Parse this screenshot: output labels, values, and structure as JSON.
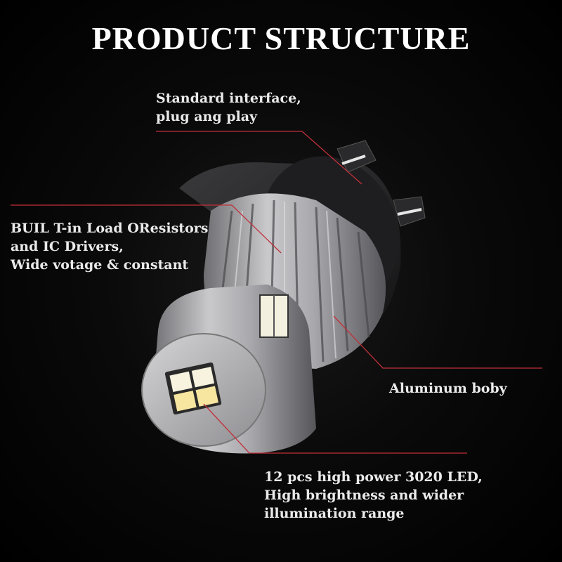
{
  "title": "PRODUCT STRUCTURE",
  "callouts": {
    "interface": {
      "line1": "Standard interface,",
      "line2": "plug ang play"
    },
    "resistors": {
      "line1": "BUIL T-in Load OResistors",
      "line2": "and IC Drivers,",
      "line3": "Wide votage & constant"
    },
    "aluminum": {
      "line1": "Aluminum boby"
    },
    "led": {
      "line1": "12 pcs high power 3020 LED,",
      "line2": "High brightness and wider",
      "line3": "illumination range"
    }
  },
  "colors": {
    "leader_line": "#c0303a",
    "background": "#000000",
    "text": "#ffffff"
  }
}
